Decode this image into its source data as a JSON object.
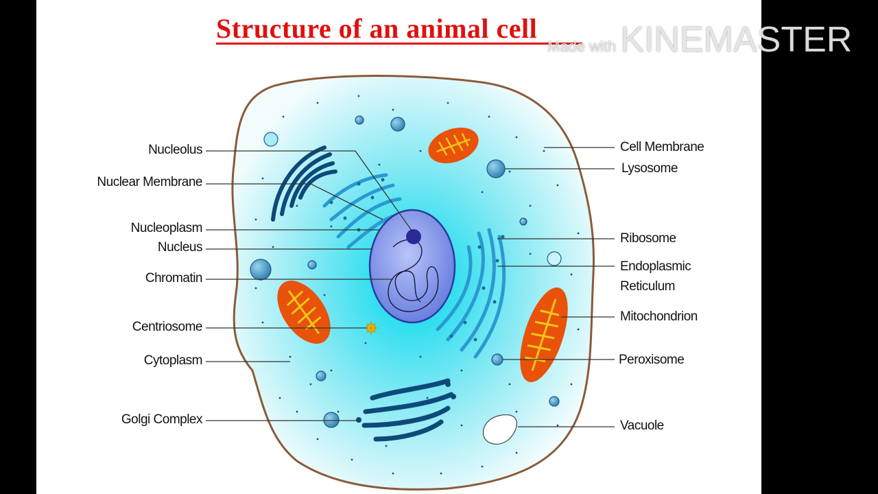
{
  "title": "Structure of an animal cell",
  "watermark": {
    "prefix": "Made with",
    "brand": "KINEMASTER"
  },
  "labels_left": {
    "nucleolus": "Nucleolus",
    "nuclear_membrane": "Nuclear Membrane",
    "nucleoplasm": "Nucleoplasm",
    "nucleus": "Nucleus",
    "chromatin": "Chromatin",
    "centriosome": "Centriosome",
    "cytoplasm": "Cytoplasm",
    "golgi_complex": "Golgi Complex"
  },
  "labels_right": {
    "cell_membrane": "Cell Membrane",
    "lysosome": "Lysosome",
    "ribosome": "Ribosome",
    "endoplasmic_reticulum_1": "Endoplasmic",
    "endoplasmic_reticulum_2": "Reticulum",
    "mitochondrion": "Mitochondrion",
    "peroxisome": "Peroxisome",
    "vacuole": "Vacuole"
  },
  "colors": {
    "title": "#e01010",
    "cytoplasm_center": "#00d8ee",
    "cell_membrane": "#8a5a3a",
    "nucleus": "#7a8ee8",
    "mitochondria": "#e8520a",
    "golgi": "#0d4a78",
    "er": "#2a9ad0"
  }
}
